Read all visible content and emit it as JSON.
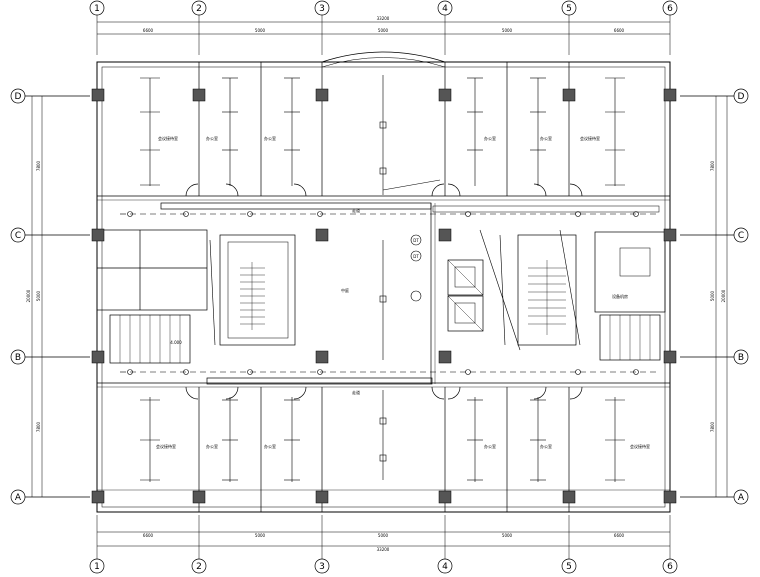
{
  "axes": {
    "columns": [
      "1",
      "2",
      "3",
      "4",
      "5",
      "6"
    ],
    "rows": [
      "D",
      "C",
      "B",
      "A"
    ]
  },
  "dimensions": {
    "top_overall": "33200",
    "bottom_overall": "33200",
    "top_spans": [
      "6600",
      "5000",
      "5000",
      "5000",
      "6600"
    ],
    "bottom_spans": [
      "6600",
      "5000",
      "5000",
      "5000",
      "6600"
    ],
    "left_overall": "20000",
    "left_spans": [
      "7800",
      "5000",
      "7800"
    ],
    "right_overall": "20000",
    "right_spans": [
      "7800",
      "5000",
      "7800"
    ]
  },
  "rooms": {
    "top": [
      "会议接待室",
      "办公室",
      "办公室",
      "办公室",
      "办公室",
      "会议接待室"
    ],
    "bottom": [
      "会议接待室",
      "办公室",
      "办公室",
      "办公室",
      "办公室",
      "会议接待室"
    ],
    "center": "中庭",
    "right_mid": "设备机房"
  },
  "labels": {
    "elevator_a": "DT",
    "elevator_b": "DT",
    "level_mark": "4.000",
    "corridor_top": "走道",
    "corridor_bottom": "走道"
  },
  "colors": {
    "line": "#000000",
    "bg": "#ffffff",
    "hatch": "#555555"
  }
}
